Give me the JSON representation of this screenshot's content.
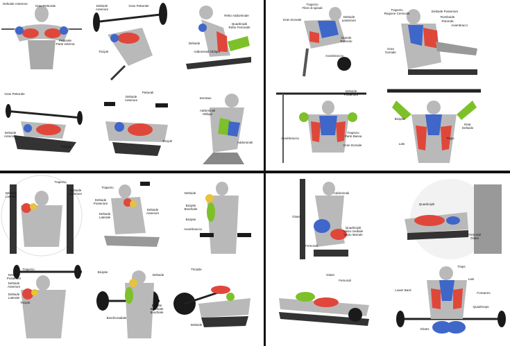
{
  "colors": {
    "red_muscle": "#e0473b",
    "blue_muscle": "#3f66c9",
    "green_muscle": "#7ec02a",
    "yellow_muscle": "#e7c23a",
    "body_gray": "#b9b9b9",
    "equipment_dark": "#1a1a1a",
    "divider": "#111111"
  },
  "quadrants": [
    {
      "name": "chest",
      "panels": [
        {
          "labels": [
            "Deltoide Anteriore",
            "Gran Pettorale",
            "Pettorale\nParte esterna"
          ]
        },
        {
          "labels": [
            "Deltoide\nAnteriore",
            "Gran Pettorale",
            "Tricipiti"
          ]
        },
        {
          "labels": [
            "Retto Addominale",
            "Quadricipiti\nRetto Femorale",
            "Deltoide",
            "Addominali Obliqui"
          ]
        },
        {
          "labels": [
            "Gran Pettorale",
            "Deltoide\nAnteriore",
            "Tricipiti"
          ]
        },
        {
          "labels": [
            "Deltoide\nAnteriore",
            "Pettorali",
            "Tricipiti"
          ]
        },
        {
          "labels": [
            "Serratus",
            "Addominali\nObliqui",
            "Addominali"
          ]
        }
      ]
    },
    {
      "name": "back",
      "panels": [
        {
          "labels": [
            "Trapezio\nFibre di spinali",
            "Gran Dorsale",
            "Deltoide\nposteriore",
            "Grande\nRotondo",
            "Avambraccio"
          ]
        },
        {
          "labels": [
            "Trapezio\nRegione Cervicale",
            "Deltoide Posteriore",
            "Romboide",
            "Rotonda",
            "Avambracci",
            "Gran\nDorsale"
          ]
        },
        {
          "labels": [
            "Deltoide\nPosteriore",
            "Avambraccio",
            "Trapezio\nParte Bassa",
            "Gran Dorsale"
          ]
        },
        {
          "labels": [
            "Bicipite",
            "Lats",
            "Traps",
            "Rear\nDeltoids"
          ]
        }
      ]
    },
    {
      "name": "shoulders-arms",
      "panels": [
        {
          "labels": [
            "Trapezio",
            "Deltoide\nLaterale",
            "Deltoide\nAnteriore"
          ]
        },
        {
          "labels": [
            "Trapezio",
            "Deltoide\nPosteriore",
            "Deltoide\nLaterale",
            "Deltoide\nAnteriore"
          ]
        },
        {
          "labels": [
            "Deltoide",
            "Bicipite\nBrachiale",
            "Bicipite",
            "Avambraccio"
          ]
        },
        {
          "labels": [
            "Trapezio",
            "Deltoide\nPosteriore",
            "Deltoide\nAnteriore",
            "Deltoide\nLaterale",
            "Tricipiti"
          ]
        },
        {
          "labels": [
            "Bicipite",
            "Deltoide",
            "Brachioradiale",
            "Brachiale",
            "Bicipite\nBrachiale"
          ]
        },
        {
          "labels": [
            "Tricipite",
            "Deltoide"
          ]
        }
      ]
    },
    {
      "name": "legs",
      "panels": [
        {
          "labels": [
            "Addominali",
            "Glutei",
            "Quadricipiti\nVasto mediale\nVasto laterale",
            "Femorali"
          ]
        },
        {
          "labels": [
            "Quadricipiti",
            "Femorali\nGlutei"
          ]
        },
        {
          "labels": [
            "Glutei",
            "Femorali"
          ]
        },
        {
          "labels": [
            "Traps",
            "Lats",
            "Lower Back",
            "Forearms",
            "Quadriceps",
            "Glutes"
          ]
        }
      ]
    }
  ]
}
